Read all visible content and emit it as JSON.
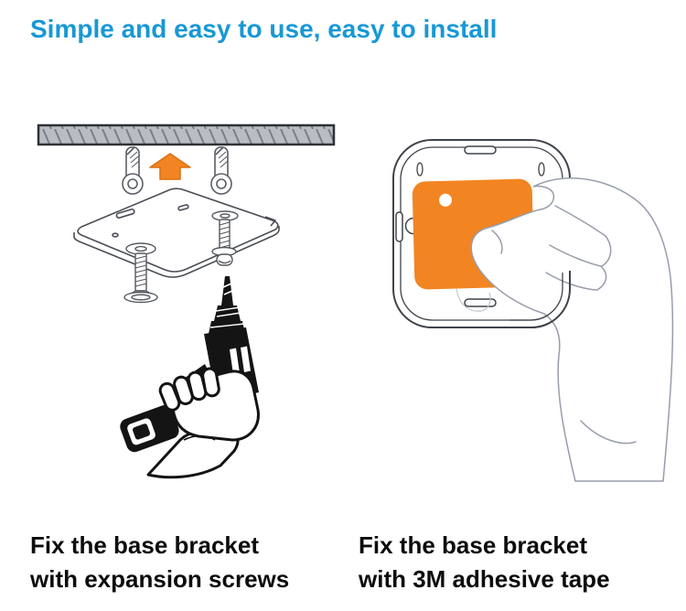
{
  "title": {
    "text": "Simple and easy to use, easy to install",
    "color": "#1898d5"
  },
  "steps": {
    "left": {
      "illustration": "drill-mounting-base-bracket-to-ceiling-with-expansion-screws",
      "caption_line1": "Fix the base bracket",
      "caption_line2": "with expansion screws"
    },
    "right": {
      "illustration": "hand-pressing-3M-adhesive-tape-onto-base-bracket",
      "caption_line1": "Fix the base bracket",
      "caption_line2": "with 3M adhesive tape"
    }
  },
  "icons": {
    "up_arrow": "orange-block-up-arrow"
  },
  "colors": {
    "accent_orange": "#f28522",
    "title_blue": "#1898d5",
    "text_black": "#0c0c0c",
    "ceiling_fill": "#b9bdc3",
    "ceiling_hatch": "#7a7f87",
    "outline_dark": "#3f434a",
    "hand_line": "#979daa",
    "drill_black": "#141414"
  }
}
